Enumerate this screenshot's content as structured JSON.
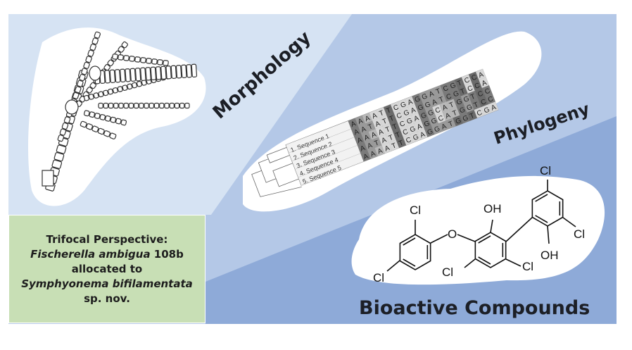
{
  "labels": {
    "morphology": "Morphology",
    "phylogeny": "Phylogeny",
    "bioactive": "Bioactive Compounds"
  },
  "info_box": {
    "line1": "Trifocal Perspective:",
    "line2_italic": "Fischerella ambigua",
    "line2_rest": " 108b",
    "line3": "allocated to",
    "line4_italic": "Symphyonema bifilamentata",
    "line5": "sp. nov."
  },
  "phylogeny": {
    "sequences": [
      "1. Sequence 1",
      "2. Sequence 2",
      "3. Sequence 3",
      "4. Sequence 4",
      "5. Sequence 5"
    ],
    "alignment": [
      "AAAATTCGAGGATCGTCCA",
      "AATATTCGAGGATCGTCCA",
      "AAAATTCGAGGCATGGTCCA",
      "AATATTCGAGGCATGGTCCA",
      "AAAATTCGAGGATGGTCGA"
    ]
  },
  "compound_atoms": [
    "Cl",
    "OH",
    "Cl",
    "Cl",
    "OH",
    "Cl",
    "Cl",
    "Cl",
    "O"
  ],
  "colors": {
    "bg_light": "#d6e3f3",
    "bg_mid": "#b4c8e7",
    "bg_dark": "#8eaad8",
    "info_green": "#c8dfb5"
  }
}
